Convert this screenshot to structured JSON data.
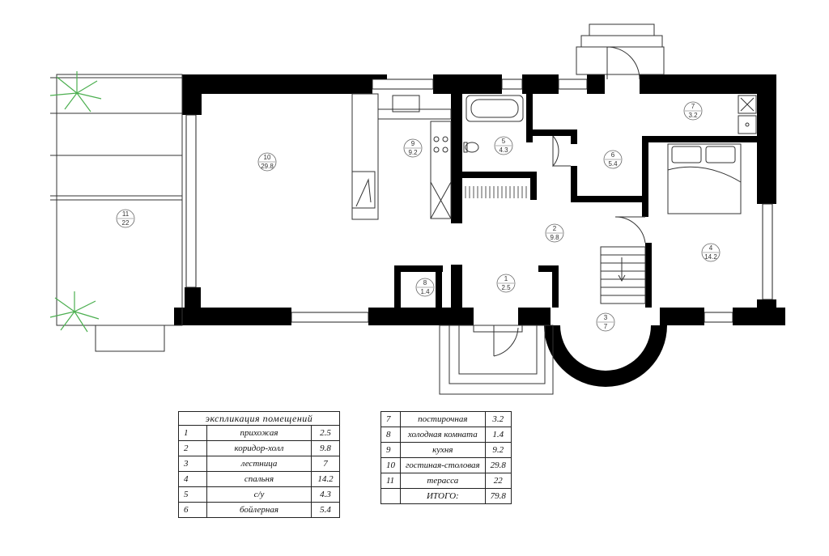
{
  "rooms": [
    {
      "id": "1",
      "area": "2.5"
    },
    {
      "id": "2",
      "area": "9.8"
    },
    {
      "id": "3",
      "area": "7"
    },
    {
      "id": "4",
      "area": "14.2"
    },
    {
      "id": "5",
      "area": "4.3"
    },
    {
      "id": "6",
      "area": "5.4"
    },
    {
      "id": "7",
      "area": "3.2"
    },
    {
      "id": "8",
      "area": "1.4"
    },
    {
      "id": "9",
      "area": "9.2"
    },
    {
      "id": "10",
      "area": "29.8"
    },
    {
      "id": "11",
      "area": "22"
    }
  ],
  "explication": {
    "title": "экспликация помещений",
    "left": [
      {
        "num": "1",
        "name": "прихожая",
        "area": "2.5"
      },
      {
        "num": "2",
        "name": "коридор-холл",
        "area": "9.8"
      },
      {
        "num": "3",
        "name": "лестница",
        "area": "7"
      },
      {
        "num": "4",
        "name": "спальня",
        "area": "14.2"
      },
      {
        "num": "5",
        "name": "с/у",
        "area": "4.3"
      },
      {
        "num": "6",
        "name": "бойлерная",
        "area": "5.4"
      }
    ],
    "right": [
      {
        "num": "7",
        "name": "постирочная",
        "area": "3.2"
      },
      {
        "num": "8",
        "name": "холодная комната",
        "area": "1.4"
      },
      {
        "num": "9",
        "name": "кухня",
        "area": "9.2"
      },
      {
        "num": "10",
        "name": "гостиная-столовая",
        "area": "29.8"
      },
      {
        "num": "11",
        "name": "терасса",
        "area": "22"
      }
    ],
    "total": {
      "label": "ИТОГО:",
      "area": "79.8"
    }
  },
  "colors": {
    "wall": "#000000",
    "line": "#444444",
    "plant": "#4caf50"
  }
}
